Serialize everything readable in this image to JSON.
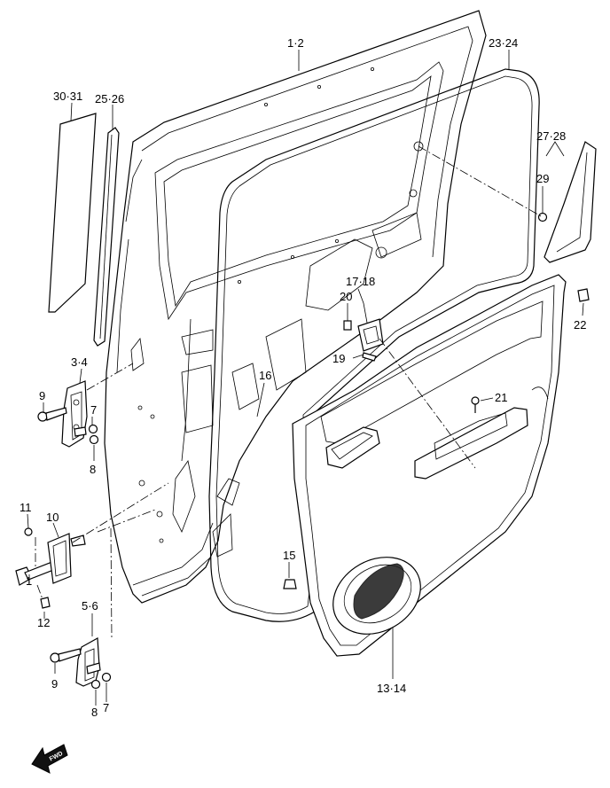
{
  "callouts": {
    "c1_2": "1·2",
    "c23_24": "23·24",
    "c30_31": "30·31",
    "c25_26": "25·26",
    "c27_28": "27·28",
    "c29": "29",
    "c22": "22",
    "c17_18": "17·18",
    "c20": "20",
    "c19": "19",
    "c16": "16",
    "c21": "21",
    "c3_4": "3·4",
    "c9a": "9",
    "c7a": "7",
    "c8a": "8",
    "c11": "11",
    "c10": "10",
    "c1": "1",
    "c12": "12",
    "c15": "15",
    "c5_6": "5·6",
    "c9b": "9",
    "c8b": "8",
    "c7b": "7",
    "c13_14": "13·14"
  },
  "fwd_label": "FWD"
}
